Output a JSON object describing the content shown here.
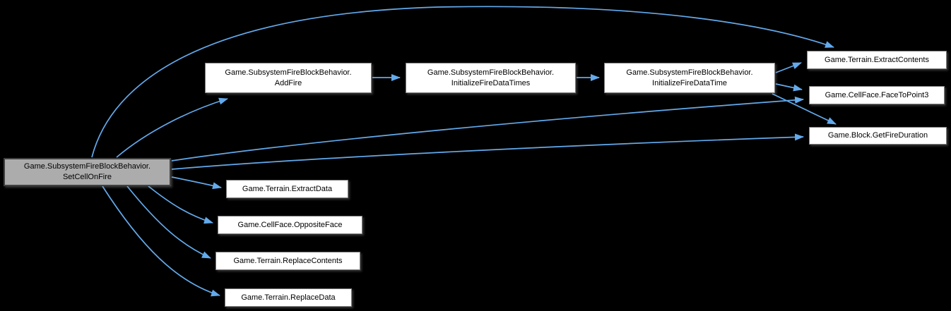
{
  "diagram": {
    "type": "call-graph",
    "colors": {
      "background": "#000000",
      "edge": "#63aaec",
      "node_fill": "#ffffff",
      "node_border": "#7d7d7d",
      "highlight_fill": "#acacac",
      "text": "#000000"
    },
    "nodes": {
      "set_cell_on_fire": {
        "line1": "Game.SubsystemFireBlockBehavior.",
        "line2": "SetCellOnFire",
        "highlighted": true
      },
      "add_fire": {
        "line1": "Game.SubsystemFireBlockBehavior.",
        "line2": "AddFire"
      },
      "initialize_fire_data_times": {
        "line1": "Game.SubsystemFireBlockBehavior.",
        "line2": "InitializeFireDataTimes"
      },
      "initialize_fire_data_time": {
        "line1": "Game.SubsystemFireBlockBehavior.",
        "line2": "InitializeFireDataTime"
      },
      "extract_contents": {
        "label": "Game.Terrain.ExtractContents"
      },
      "face_to_point3": {
        "label": "Game.CellFace.FaceToPoint3"
      },
      "get_fire_duration": {
        "label": "Game.Block.GetFireDuration"
      },
      "extract_data": {
        "label": "Game.Terrain.ExtractData"
      },
      "opposite_face": {
        "label": "Game.CellFace.OppositeFace"
      },
      "replace_contents": {
        "label": "Game.Terrain.ReplaceContents"
      },
      "replace_data": {
        "label": "Game.Terrain.ReplaceData"
      }
    },
    "edges": [
      {
        "from": "set_cell_on_fire",
        "to": "add_fire"
      },
      {
        "from": "set_cell_on_fire",
        "to": "extract_contents"
      },
      {
        "from": "set_cell_on_fire",
        "to": "face_to_point3"
      },
      {
        "from": "set_cell_on_fire",
        "to": "get_fire_duration"
      },
      {
        "from": "set_cell_on_fire",
        "to": "extract_data"
      },
      {
        "from": "set_cell_on_fire",
        "to": "opposite_face"
      },
      {
        "from": "set_cell_on_fire",
        "to": "replace_contents"
      },
      {
        "from": "set_cell_on_fire",
        "to": "replace_data"
      },
      {
        "from": "add_fire",
        "to": "initialize_fire_data_times"
      },
      {
        "from": "initialize_fire_data_times",
        "to": "initialize_fire_data_time"
      },
      {
        "from": "initialize_fire_data_time",
        "to": "extract_contents"
      },
      {
        "from": "initialize_fire_data_time",
        "to": "face_to_point3"
      },
      {
        "from": "initialize_fire_data_time",
        "to": "get_fire_duration"
      }
    ]
  }
}
